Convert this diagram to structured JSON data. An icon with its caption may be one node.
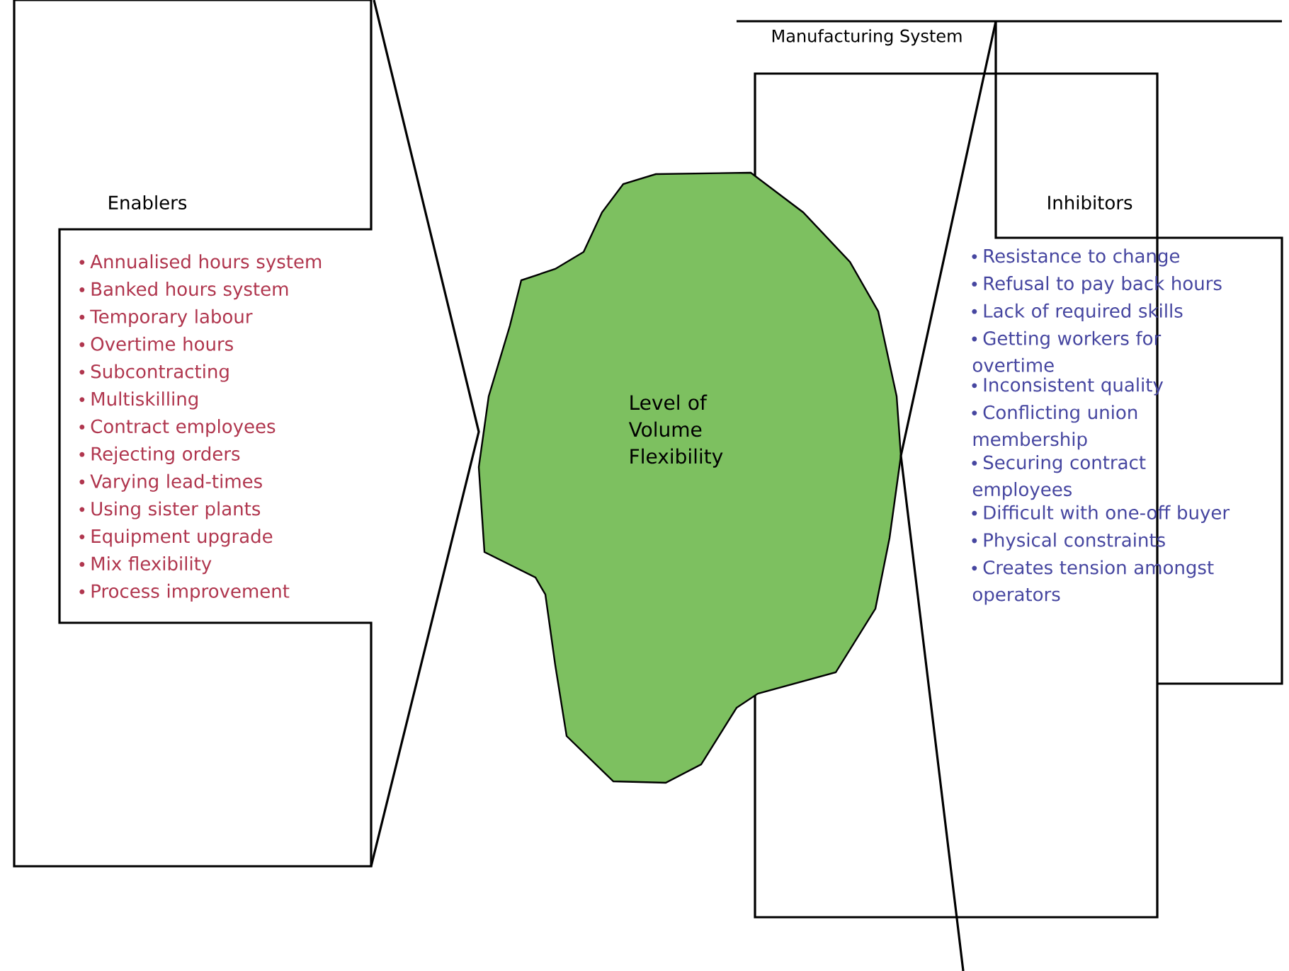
{
  "diagram": {
    "nodes": [
      {
        "text": [
          "Manufacturing System"
        ]
      },
      {
        "text": [
          "Enablers",
          "Annualised hours system",
          "Banked hours system",
          "Temporary labour",
          "Overtime hours",
          "Subcontracting",
          "Multiskilling",
          "Contract employees",
          "Rejecting orders",
          "Varying lead-times",
          "Using sister plants",
          "Equipment upgrade",
          "Mix flexibility",
          "Process improvement"
        ]
      },
      {
        "text": [
          "Level of Volume Flexibility"
        ]
      },
      {
        "text": [
          "Inhibitors",
          "Resistance to change",
          "Refusal to pay back hours",
          "Lack of required skills",
          "Getting workers for overtime",
          "Inconsistent quality",
          "Conflicting union membership",
          "Securing contract employees",
          "Difficult with one-off buyer",
          "Physical constraints",
          "Creates tension amongst operators"
        ]
      }
    ]
  }
}
